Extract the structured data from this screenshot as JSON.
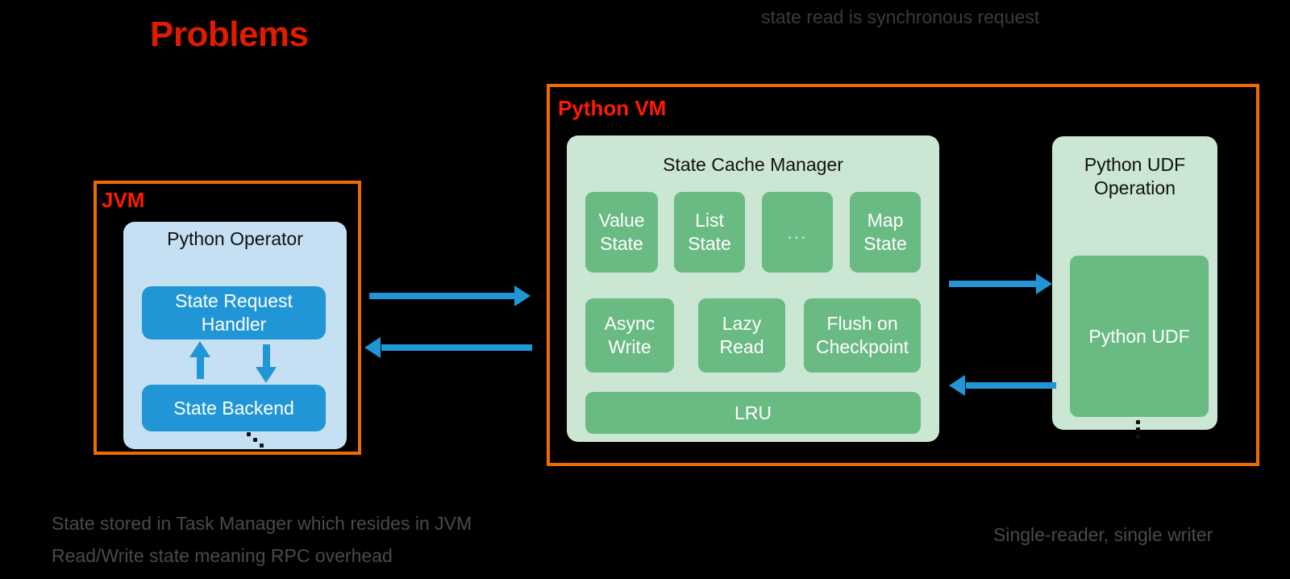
{
  "slide": {
    "title": "Problems",
    "title_color": "#e01b00",
    "background_color": "#000000"
  },
  "annotations": {
    "top_right": "state read is synchronous request",
    "bottom_left_line1": "State stored in Task Manager which resides in JVM",
    "bottom_left_line2": "Read/Write state meaning RPC overhead",
    "bottom_right": "Single-reader, single writer"
  },
  "jvm": {
    "label": "JVM",
    "border_color": "#ef6c00",
    "label_color": "#ff1a00",
    "python_operator": {
      "title": "Python Operator",
      "background_color": "#c5e0f2",
      "boxes": [
        {
          "label": "State Request Handler",
          "color": "#2196d6"
        },
        {
          "label": "State Backend",
          "color": "#2196d6"
        }
      ],
      "ellipsis": "diagonal-ellipsis"
    }
  },
  "python_vm": {
    "label": "Python VM",
    "border_color": "#ef6c00",
    "label_color": "#ff1a00",
    "state_cache_manager": {
      "title": "State Cache Manager",
      "background_color": "#cbe6d2",
      "state_types": [
        {
          "label": "Value State"
        },
        {
          "label": "List State"
        },
        {
          "label": "..."
        },
        {
          "label": "Map State"
        }
      ],
      "strategies": [
        {
          "label": "Async Write"
        },
        {
          "label": "Lazy Read"
        },
        {
          "label": "Flush on Checkpoint"
        }
      ],
      "eviction": {
        "label": "LRU"
      },
      "box_color": "#6aba84"
    },
    "python_udf_operation": {
      "title": "Python UDF Operation",
      "background_color": "#cbe6d2",
      "udf_box": {
        "label": "Python UDF",
        "color": "#6aba84"
      },
      "ellipsis": "vertical-ellipsis"
    }
  },
  "arrows": {
    "color": "#2196d6",
    "jvm_to_python_vm": "right-arrow",
    "python_vm_to_jvm": "left-arrow",
    "cache_to_udf": "right-arrow",
    "udf_to_cache": "left-arrow",
    "backend_to_handler": "up-arrow",
    "handler_to_backend": "down-arrow"
  }
}
